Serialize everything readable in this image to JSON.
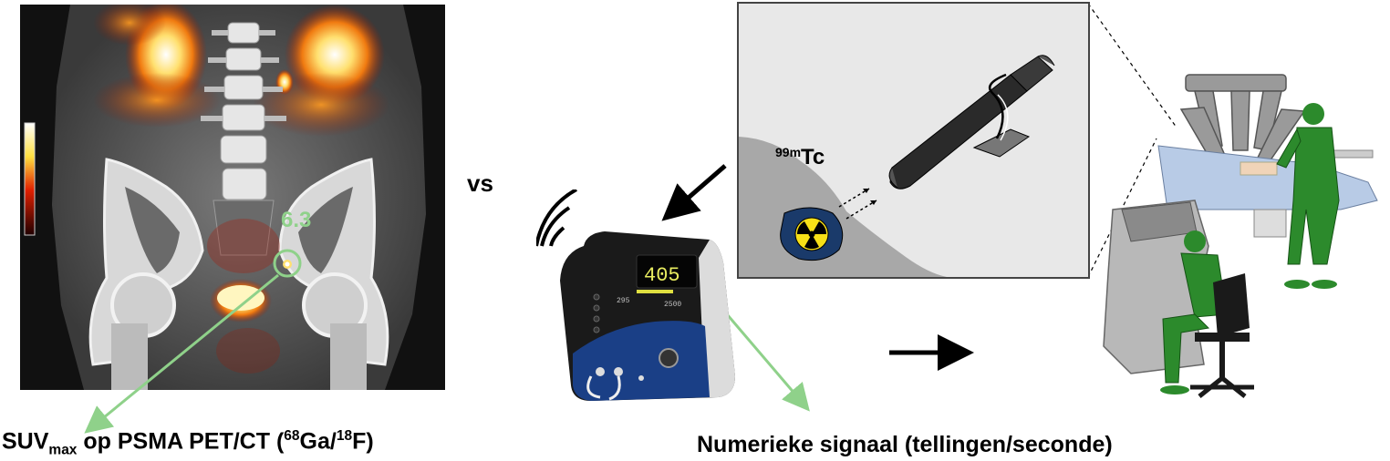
{
  "pet_ct": {
    "suv_value": "6.3",
    "caption": {
      "prefix": "SUV",
      "subscript": "max",
      "middle": " op PSMA PET/CT (",
      "isotope1_mass": "68",
      "isotope1_symbol": "Ga/",
      "isotope2_mass": "18",
      "isotope2_symbol": "F)"
    }
  },
  "versus_label": "vs",
  "gamma_probe_console": {
    "display_value": "405",
    "panel_values": [
      "295",
      "2500"
    ]
  },
  "surgical_field": {
    "tracer_mass": "99m",
    "tracer_symbol": "Tc"
  },
  "signal_caption": "Numerieke signaal (tellingen/seconde)",
  "colors": {
    "annotation_green": "#8fd18a",
    "panel_bg": "#e8e8e8",
    "tissue_gray": "#a8a8a8",
    "console_blue": "#1a3f86",
    "gown_green": "#2c8a2c"
  }
}
